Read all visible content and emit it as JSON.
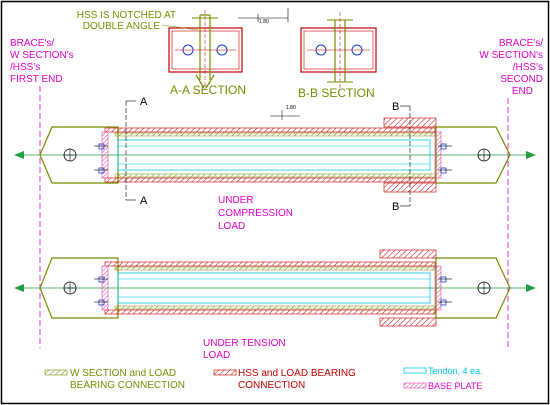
{
  "labels": {
    "notch_note_line1": "HSS IS NOTCHED AT",
    "notch_note_line2": "DOUBLE ANGLE",
    "section_aa": "A-A SECTION",
    "section_bb": "B-B SECTION",
    "first_end_1": "BRACE's/",
    "first_end_2": "W SECTION's",
    "first_end_3": "/HSS's",
    "first_end_4": "FIRST END",
    "second_end_1": "BRACE's/",
    "second_end_2": "W SECTION's",
    "second_end_3": "/HSS's",
    "second_end_4": "SECOND",
    "second_end_5": "END",
    "cut_a": "A",
    "cut_b": "B",
    "dim_gap": "1.80",
    "compression_1": "UNDER",
    "compression_2": "COMPRESSION",
    "compression_3": "LOAD",
    "tension_1": "UNDER TENSION",
    "tension_2": "LOAD",
    "legend_w_1": "W SECTION and LOAD",
    "legend_w_2": "BEARING CONNECTION",
    "legend_hss_1": "HSS and LOAD BEARING",
    "legend_hss_2": "CONNECTION",
    "legend_tendon": "Tendon, 4 ea.",
    "legend_base": "BASE PLATE"
  },
  "colors": {
    "magenta": "#e000c8",
    "olive": "#7a8a00",
    "darkred": "#c00000",
    "red": "#e01010",
    "cyan": "#00c8e8",
    "green": "#20a040",
    "black": "#000000",
    "blue": "#1a3ad0",
    "pink": "#e040a0"
  }
}
